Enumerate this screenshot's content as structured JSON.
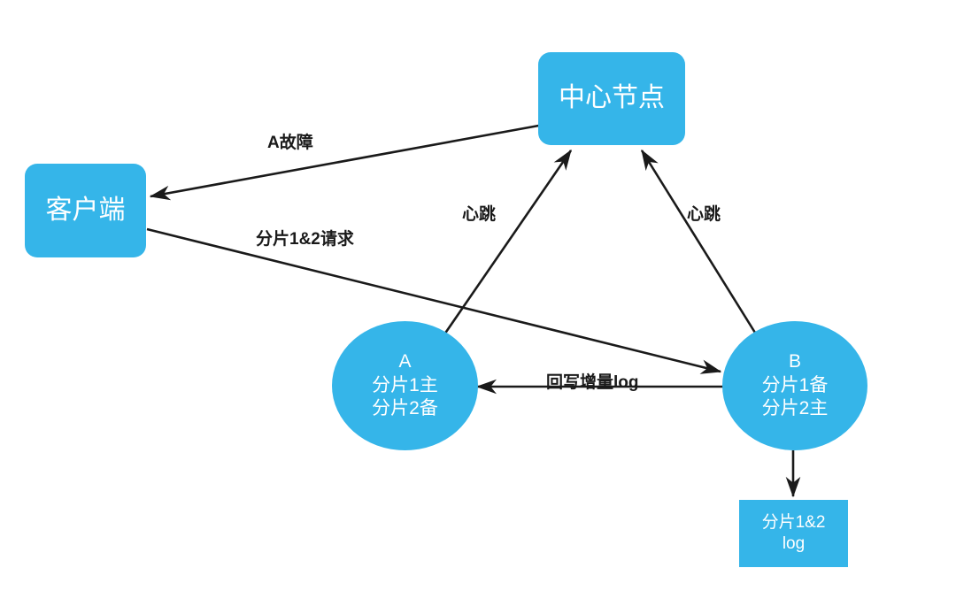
{
  "diagram": {
    "title": "",
    "colors": {
      "node_fill": "#35b5e9",
      "node_text": "#ffffff",
      "edge_stroke": "#1a1a1a",
      "label_text": "#1a1a1a",
      "background": "#ffffff"
    },
    "nodes": [
      {
        "id": "center",
        "shape": "rounded-rect",
        "lines": [
          "中心节点"
        ]
      },
      {
        "id": "client",
        "shape": "rounded-rect",
        "lines": [
          "客户端"
        ]
      },
      {
        "id": "a",
        "shape": "circle",
        "lines": [
          "A",
          "分片1主",
          "分片2备"
        ]
      },
      {
        "id": "b",
        "shape": "circle",
        "lines": [
          "B",
          "分片1备",
          "分片2主"
        ]
      },
      {
        "id": "log",
        "shape": "rect",
        "lines": [
          "分片1&2",
          "log"
        ]
      }
    ],
    "edges": [
      {
        "id": "center-to-client",
        "from": "center",
        "to": "client",
        "label": "A故障",
        "arrow": "end"
      },
      {
        "id": "client-to-b",
        "from": "client",
        "to": "b",
        "label": "分片1&2请求",
        "arrow": "end"
      },
      {
        "id": "a-to-center",
        "from": "a",
        "to": "center",
        "label": "心跳",
        "arrow": "end"
      },
      {
        "id": "b-to-center",
        "from": "b",
        "to": "center",
        "label": "心跳",
        "arrow": "end"
      },
      {
        "id": "b-to-a",
        "from": "b",
        "to": "a",
        "label": "回写增量log",
        "arrow": "end"
      },
      {
        "id": "b-to-log",
        "from": "b",
        "to": "log",
        "label": "",
        "arrow": "end"
      }
    ]
  }
}
